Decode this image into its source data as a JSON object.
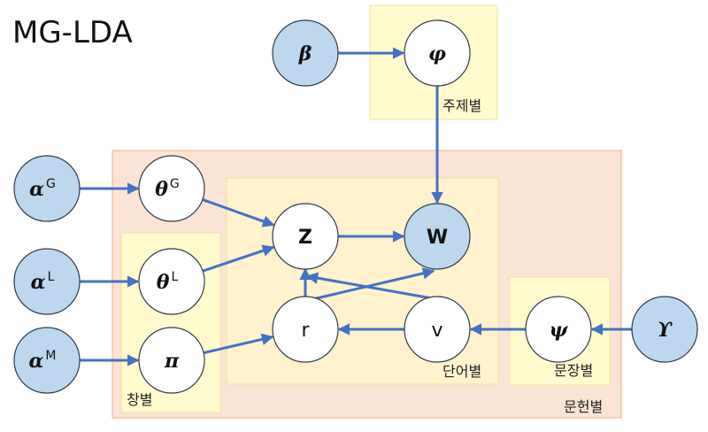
{
  "title": "MG-LDA",
  "colors": {
    "observed_fill": "#BDD7EE",
    "latent_fill": "#FFFFFF",
    "node_stroke": "#2F3B4C",
    "edge": "#4472C4",
    "doc_plate_fill": "#FBE3D5",
    "doc_plate_stroke": "#F4B183",
    "inner_plate_fill": "#FFF2CC",
    "window_plate_fill": "#FFFBCC",
    "plate_stroke": "#F2E09A"
  },
  "plates": {
    "topic": "주제별",
    "document": "문헌별",
    "word": "단어별",
    "sentence": "문장별",
    "window": "창별"
  },
  "nodes": {
    "beta": {
      "symbol": "β",
      "sup": ""
    },
    "phi": {
      "symbol": "φ",
      "sup": ""
    },
    "alpha_g": {
      "symbol": "α",
      "sup": "G"
    },
    "alpha_l": {
      "symbol": "α",
      "sup": "L"
    },
    "alpha_m": {
      "symbol": "α",
      "sup": "M"
    },
    "theta_g": {
      "symbol": "θ",
      "sup": "G"
    },
    "theta_l": {
      "symbol": "θ",
      "sup": "L"
    },
    "pi": {
      "symbol": "π",
      "sup": ""
    },
    "z": {
      "symbol": "Z",
      "sup": ""
    },
    "w": {
      "symbol": "W",
      "sup": ""
    },
    "r": {
      "symbol": "r",
      "sup": ""
    },
    "v": {
      "symbol": "v",
      "sup": ""
    },
    "psi": {
      "symbol": "ψ",
      "sup": ""
    },
    "gamma": {
      "symbol": "ϒ",
      "sup": ""
    }
  },
  "edges": [
    [
      "beta",
      "phi"
    ],
    [
      "phi",
      "w"
    ],
    [
      "alpha_g",
      "theta_g"
    ],
    [
      "alpha_l",
      "theta_l"
    ],
    [
      "alpha_m",
      "pi"
    ],
    [
      "theta_g",
      "z"
    ],
    [
      "theta_l",
      "z"
    ],
    [
      "pi",
      "r"
    ],
    [
      "z",
      "w"
    ],
    [
      "r",
      "z"
    ],
    [
      "r",
      "w"
    ],
    [
      "v",
      "z"
    ],
    [
      "v",
      "r"
    ],
    [
      "psi",
      "v"
    ],
    [
      "gamma",
      "psi"
    ]
  ]
}
